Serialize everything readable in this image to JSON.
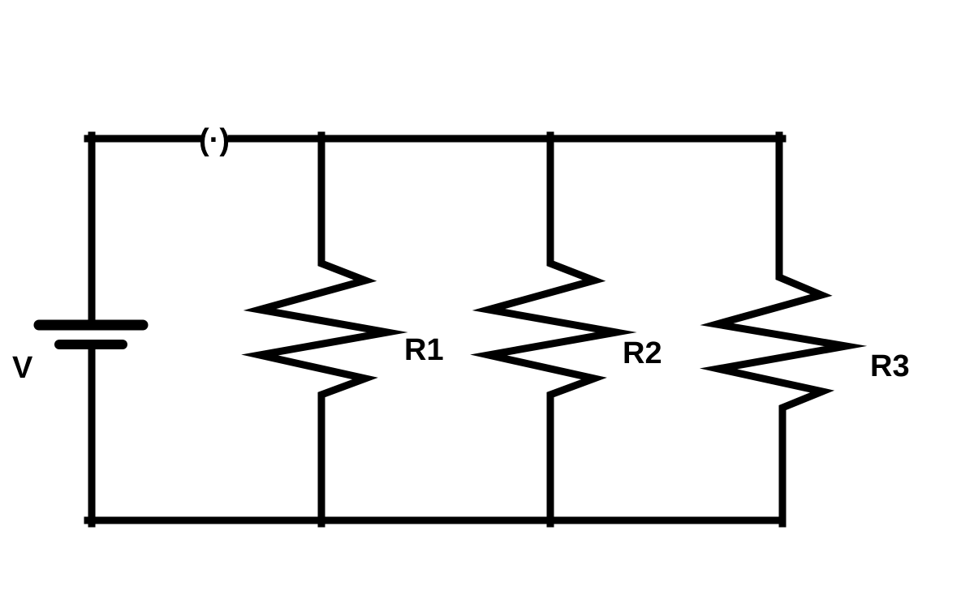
{
  "diagram": {
    "junction_symbol": "(·)",
    "voltage_source": {
      "label": "V"
    },
    "resistors": [
      {
        "label": "R1"
      },
      {
        "label": "R2"
      },
      {
        "label": "R3"
      }
    ],
    "colors": {
      "wire": "#000000",
      "background": "#ffffff",
      "label_text": "#000000"
    }
  }
}
